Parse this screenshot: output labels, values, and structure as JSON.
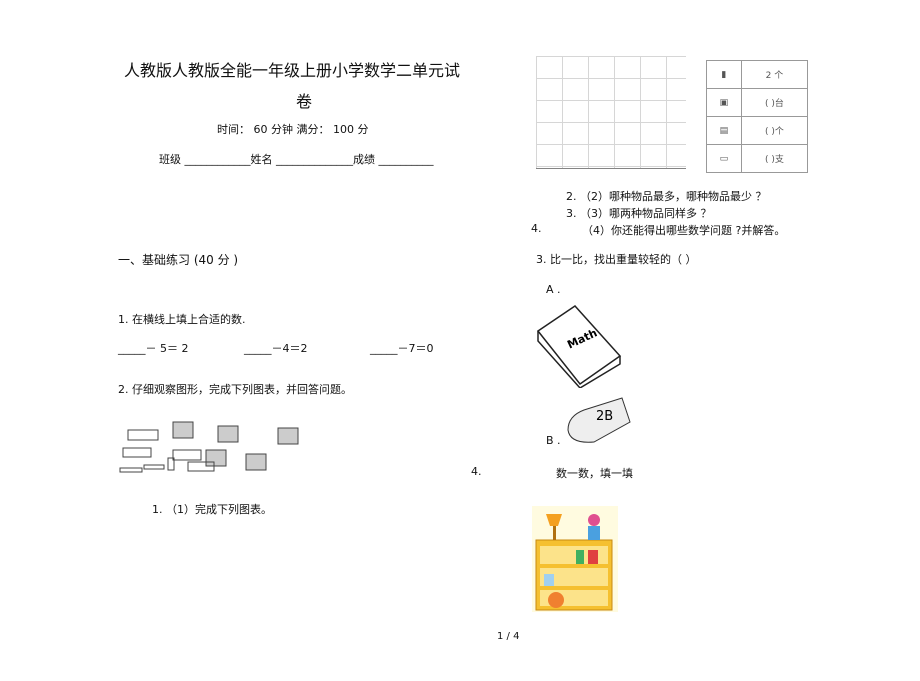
{
  "header": {
    "title_line1": "人教版人教版全能一年级上册小学数学二单元试",
    "title_line2": "卷",
    "time": "时间： 60 分钟    满分： 100 分",
    "fields": "班级 ____________姓名 ______________成绩 __________"
  },
  "section1": {
    "heading": "一、基础练习 (40 分 )"
  },
  "q1": {
    "text": "1.  在横线上填上合适的数.",
    "eq1": "_____－ 5＝ 2",
    "eq2": "_____－4＝2",
    "eq3": "_____－7＝0"
  },
  "q2": {
    "text": "2.  仔细观察图形，完成下列图表，并回答问题。",
    "sub1": "1.  （1）完成下列图表。",
    "sub2": "2.  （2）哪种物品最多，哪种物品最少   ？",
    "sub3": "3.  （3）哪两种物品同样多   ？",
    "sub4_num": "4.",
    "sub4": "（4）你还能得出哪些数学问题   ?并解答。",
    "table": [
      {
        "icon": "phone-icon",
        "value": "2 个"
      },
      {
        "icon": "computer-icon",
        "value": "(      )台"
      },
      {
        "icon": "abacus-icon",
        "value": "(      )个"
      },
      {
        "icon": "pencil-icon",
        "value": "(      )支"
      }
    ]
  },
  "q3": {
    "text": "3.  比一比，找出重量较轻的（     ）",
    "a": "A .",
    "b": "B .",
    "book": "Math",
    "eraser": "2B"
  },
  "q4": {
    "num": "4.",
    "text": "数一数，填一填"
  },
  "footer": {
    "page": "1 / 4"
  }
}
